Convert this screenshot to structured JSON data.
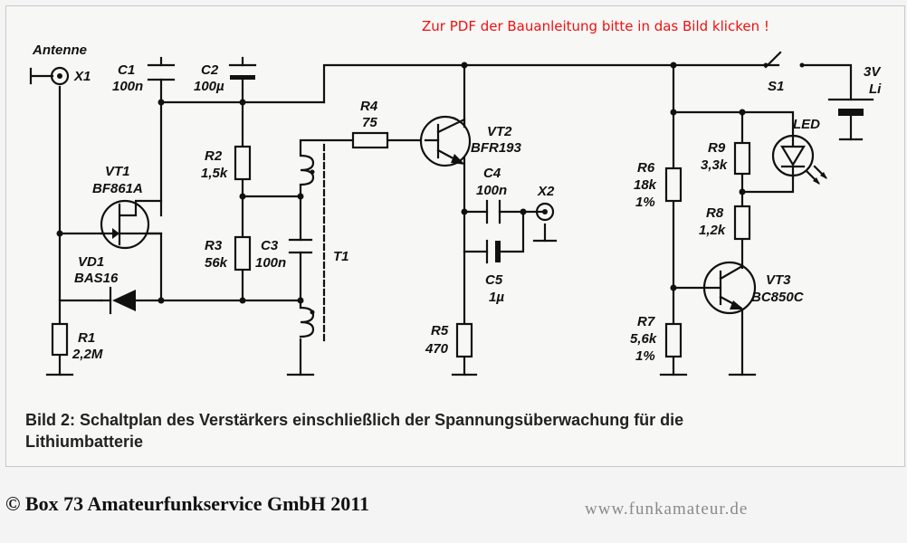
{
  "hint": "Zur PDF der Bauanleitung bitte in das Bild klicken !",
  "caption": {
    "line1": "Bild 2: Schaltplan des Verstärkers einschließlich der Spannungsüberwachung für die",
    "line2": "Lithiumbatterie"
  },
  "footer": {
    "copyright": "© Box 73 Amateurfunkservice GmbH 2011",
    "website": "www.funkamateur.de"
  },
  "components": {
    "antenna": {
      "label": "Antenne",
      "ref": "X1"
    },
    "c1": {
      "ref": "C1",
      "value": "100n"
    },
    "c2": {
      "ref": "C2",
      "value": "100µ"
    },
    "vt1": {
      "ref": "VT1",
      "type": "BF861A"
    },
    "vd1": {
      "ref": "VD1",
      "type": "BAS16"
    },
    "r1": {
      "ref": "R1",
      "value": "2,2M"
    },
    "r2": {
      "ref": "R2",
      "value": "1,5k"
    },
    "r3": {
      "ref": "R3",
      "value": "56k"
    },
    "c3": {
      "ref": "C3",
      "value": "100n"
    },
    "t1": {
      "ref": "T1"
    },
    "r4": {
      "ref": "R4",
      "value": "75"
    },
    "vt2": {
      "ref": "VT2",
      "type": "BFR193"
    },
    "c4": {
      "ref": "C4",
      "value": "100n"
    },
    "x2": {
      "ref": "X2"
    },
    "c5": {
      "ref": "C5",
      "value": "1µ"
    },
    "r5": {
      "ref": "R5",
      "value": "470"
    },
    "s1": {
      "ref": "S1"
    },
    "battery": {
      "voltage": "3V",
      "type": "Li"
    },
    "r6": {
      "ref": "R6",
      "value": "18k",
      "tolerance": "1%"
    },
    "r7": {
      "ref": "R7",
      "value": "5,6k",
      "tolerance": "1%"
    },
    "r9": {
      "ref": "R9",
      "value": "3,3k"
    },
    "led": {
      "ref": "LED"
    },
    "r8": {
      "ref": "R8",
      "value": "1,2k"
    },
    "vt3": {
      "ref": "VT3",
      "type": "BC850C"
    }
  }
}
